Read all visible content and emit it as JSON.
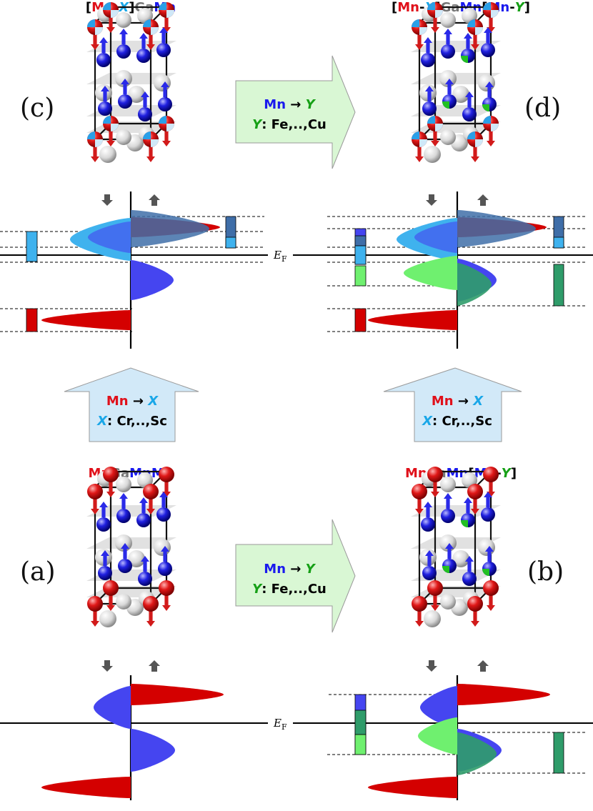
{
  "colors": {
    "mn_red": "#e0101a",
    "mn_blue": "#1a1aee",
    "ga_gray": "#777777",
    "x_cyan": "#1aa7e8",
    "y_green": "#16a016",
    "black": "#000000",
    "arrow_green_fill": "#d9f7d4",
    "arrow_blue_fill": "#d2e9f8",
    "dos_red": "#d40000",
    "dos_blue": "#4545f0",
    "dos_cyan": "#3fb2ee",
    "dos_green": "#6ff06f",
    "dos_darkgreen": "#2f9c6a",
    "dos_steel": "#3f6ea8"
  },
  "panels": {
    "a": {
      "letter": "(a)",
      "formula": [
        {
          "text": "Mn",
          "color": "mn_red",
          "italic": false
        },
        {
          "text": "Ga",
          "color": "ga_gray",
          "italic": false
        },
        {
          "text": "Mn",
          "color": "mn_blue",
          "italic": false
        },
        {
          "text": "Mn",
          "color": "mn_blue",
          "italic": false
        }
      ]
    },
    "b": {
      "letter": "(b)",
      "formula": [
        {
          "text": "Mn",
          "color": "mn_red",
          "italic": false
        },
        {
          "text": "Ga",
          "color": "ga_gray",
          "italic": false
        },
        {
          "text": "Mn",
          "color": "mn_blue",
          "italic": false
        },
        {
          "text": "[",
          "color": "black",
          "italic": false
        },
        {
          "text": "Mn",
          "color": "mn_blue",
          "italic": false
        },
        {
          "text": "-",
          "color": "black",
          "italic": false
        },
        {
          "text": "Y",
          "color": "y_green",
          "italic": true
        },
        {
          "text": "]",
          "color": "black",
          "italic": false
        }
      ]
    },
    "c": {
      "letter": "(c)",
      "formula": [
        {
          "text": "[",
          "color": "black",
          "italic": false
        },
        {
          "text": "Mn",
          "color": "mn_red",
          "italic": false
        },
        {
          "text": "-",
          "color": "black",
          "italic": false
        },
        {
          "text": "X",
          "color": "x_cyan",
          "italic": true
        },
        {
          "text": "]",
          "color": "black",
          "italic": false
        },
        {
          "text": "Ga",
          "color": "ga_gray",
          "italic": false
        },
        {
          "text": "Mn",
          "color": "mn_blue",
          "italic": false
        }
      ]
    },
    "d": {
      "letter": "(d)",
      "formula": [
        {
          "text": "[",
          "color": "black",
          "italic": false
        },
        {
          "text": "Mn",
          "color": "mn_red",
          "italic": false
        },
        {
          "text": "-",
          "color": "black",
          "italic": false
        },
        {
          "text": "X",
          "color": "x_cyan",
          "italic": true
        },
        {
          "text": "]",
          "color": "black",
          "italic": false
        },
        {
          "text": "Ga",
          "color": "ga_gray",
          "italic": false
        },
        {
          "text": "Mn",
          "color": "mn_blue",
          "italic": false
        },
        {
          "text": "[",
          "color": "black",
          "italic": false
        },
        {
          "text": "Mn",
          "color": "mn_blue",
          "italic": false
        },
        {
          "text": "-",
          "color": "black",
          "italic": false
        },
        {
          "text": "Y",
          "color": "y_green",
          "italic": true
        },
        {
          "text": "]",
          "color": "black",
          "italic": false
        }
      ]
    }
  },
  "substitution_y": {
    "line1": [
      {
        "text": "Mn",
        "color": "mn_blue",
        "italic": false
      },
      {
        "text": " → ",
        "color": "black",
        "italic": false
      },
      {
        "text": "Y",
        "color": "y_green",
        "italic": true
      }
    ],
    "line2": [
      {
        "text": "Y",
        "color": "y_green",
        "italic": true
      },
      {
        "text": ": ",
        "color": "black",
        "italic": false
      },
      {
        "text": "Fe",
        "color": "black",
        "italic": false
      },
      {
        "text": ",..,",
        "color": "black",
        "italic": false
      },
      {
        "text": "Cu",
        "color": "black",
        "italic": false
      }
    ]
  },
  "substitution_x": {
    "line1": [
      {
        "text": "Mn",
        "color": "mn_red",
        "italic": false
      },
      {
        "text": " → ",
        "color": "black",
        "italic": false
      },
      {
        "text": "X",
        "color": "x_cyan",
        "italic": true
      }
    ],
    "line2": [
      {
        "text": "X",
        "color": "x_cyan",
        "italic": true
      },
      {
        "text": ": ",
        "color": "black",
        "italic": false
      },
      {
        "text": "Cr",
        "color": "black",
        "italic": false
      },
      {
        "text": ",..,",
        "color": "black",
        "italic": false
      },
      {
        "text": "Sc",
        "color": "black",
        "italic": false
      }
    ]
  },
  "fermi_label": {
    "main": "E",
    "sub": "F"
  },
  "spin_icons": {
    "down": "spin-down-arrow-icon",
    "up": "spin-up-arrow-icon"
  }
}
